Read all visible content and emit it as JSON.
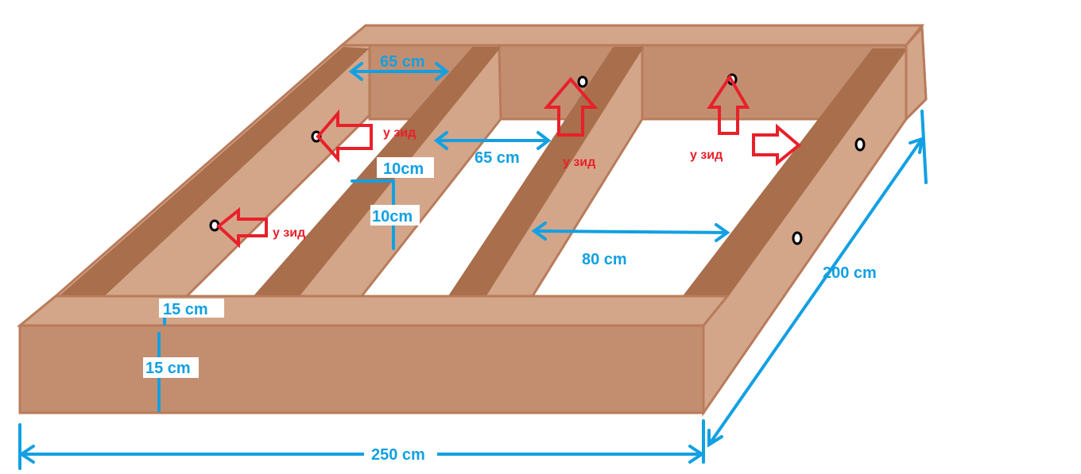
{
  "title": "Bed frame sketch",
  "labels": {
    "slat_gap_back": "65 cm",
    "slat_gap_mid": "65 cm",
    "slat_gap_right": "80 cm",
    "slat_width": "10cm",
    "slat_height": "10cm",
    "rail_width": "15 cm",
    "rail_height": "15 cm",
    "depth": "200 cm",
    "length": "250 cm",
    "wall_1": "у зид",
    "wall_2": "у зид",
    "wall_3": "у зид",
    "wall_4": "у зид"
  },
  "colors": {
    "wood_light": "#d3a68a",
    "wood_mid": "#c38e70",
    "wood_dark": "#a96e4b",
    "dimension": "#12a0e2",
    "wall_arrow": "#e8202a"
  }
}
